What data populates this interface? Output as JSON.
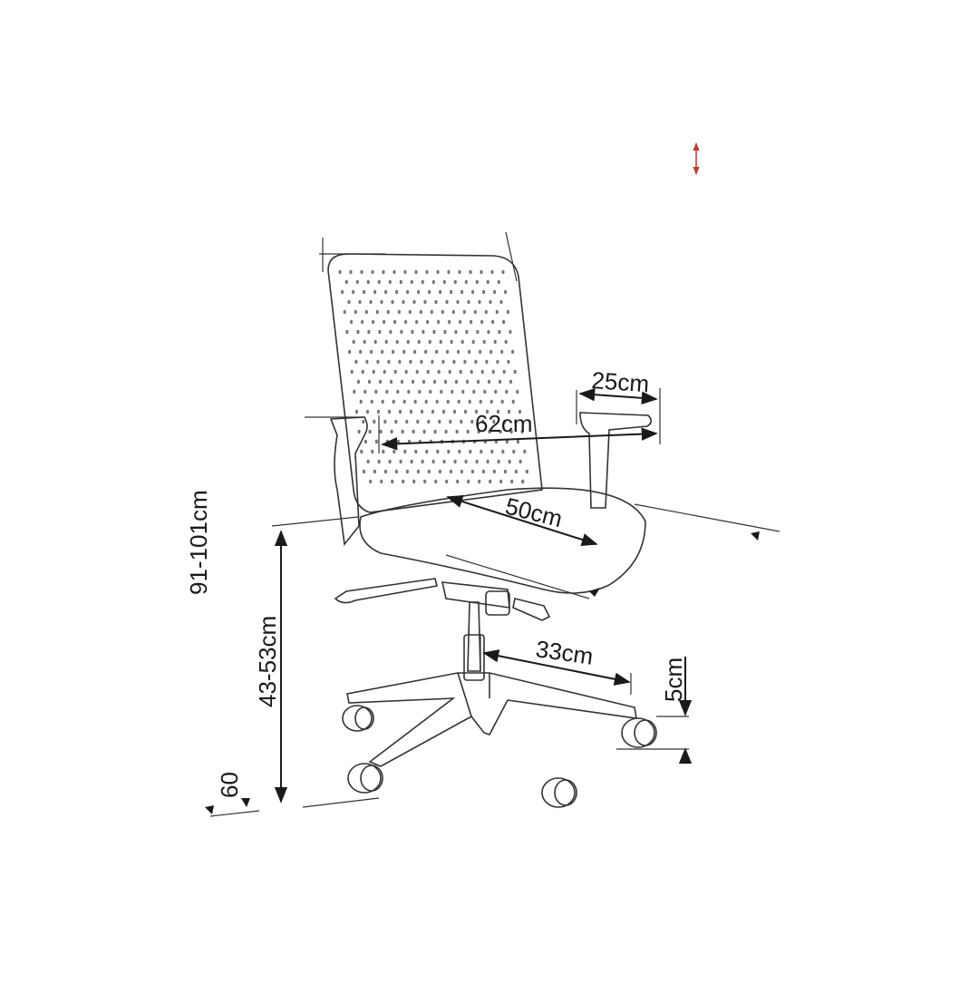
{
  "dimensions": {
    "backrest_depth": "25cm",
    "overall_width": "62cm",
    "seat_width": "50cm",
    "overall_height": "91-101cm",
    "seat_height": "43-53cm",
    "base_radius": "33cm",
    "caster_height": "5cm",
    "base_depth": "60"
  },
  "colors": {
    "line": "#1a1a1a",
    "accent_marker": "#c0392b",
    "background": "#ffffff"
  }
}
